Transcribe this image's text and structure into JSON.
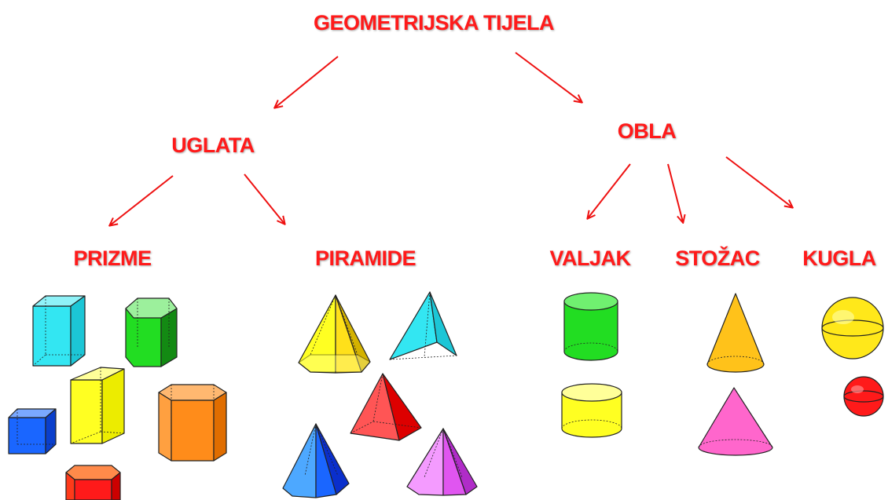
{
  "title": "GEOMETRIJSKA TIJELA",
  "categories": {
    "angular": "UGLATA",
    "round": "OBLA"
  },
  "subcategories": {
    "prisms": "PRIZME",
    "pyramids": "PIRAMIDE",
    "cylinder": "VALJAK",
    "cone": "STOŽAC",
    "sphere": "KUGLA"
  },
  "colors": {
    "label": "#ff1a1a",
    "arrow": "#ee1111",
    "cyan": "#33e6f2",
    "green": "#22dd22",
    "yellow": "#ffff22",
    "orange": "#ff8c1a",
    "blue": "#1a66ff",
    "red": "#ff1a1a",
    "magenta": "#e055f0",
    "pink": "#ff66cc",
    "cone_yellow": "#ffc21a"
  }
}
